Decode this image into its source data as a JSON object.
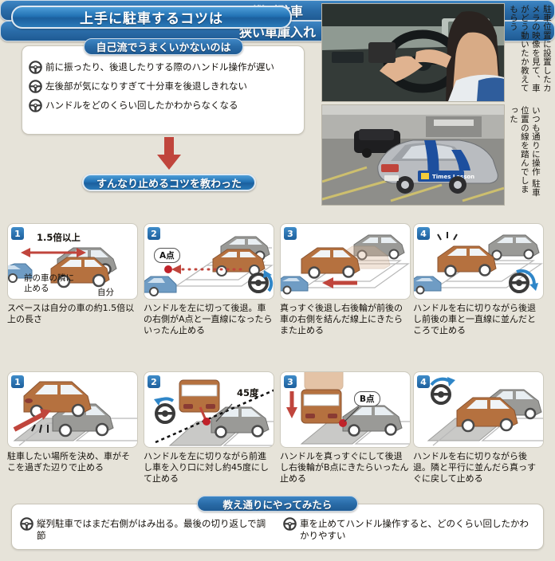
{
  "title": "上手に駐車するコツは",
  "problems": {
    "heading": "自己流でうまくいかないのは",
    "items": [
      "前に振ったり、後退したりする際のハンドル操作が遅い",
      "左後部が気になりすぎて十分車を後退しきれない",
      "ハンドルをどのくらい回したかわからなくなる"
    ]
  },
  "section_intro": "すんなり止めるコツを教わった",
  "groups": [
    {
      "label": "縦列駐車",
      "steps": [
        {
          "num": "1",
          "caption": "スペースは自分の車の約1.5倍以上の長さ",
          "labels": [
            "1.5倍以上",
            "前の車の隣に止める",
            "自分"
          ]
        },
        {
          "num": "2",
          "caption": "ハンドルを左に切って後退。車の右側がA点と一直線になったらいったん止める",
          "labels": [
            "A点"
          ]
        },
        {
          "num": "3",
          "caption": "真っすぐ後退し右後輪が前後の車の右側を結んだ線上にきたらまた止める",
          "labels": []
        },
        {
          "num": "4",
          "caption": "ハンドルを右に切りながら後退し前後の車と一直線に並んだところで止める",
          "labels": []
        }
      ]
    },
    {
      "label": "狭い車庫入れ",
      "steps": [
        {
          "num": "1",
          "caption": "駐車したい場所を決め、車がそこを過ぎた辺りで止める",
          "labels": []
        },
        {
          "num": "2",
          "caption": "ハンドルを左に切りながら前進し車を入り口に対し約45度にして止める",
          "labels": [
            "45度"
          ]
        },
        {
          "num": "3",
          "caption": "ハンドルを真っすぐにして後退し右後輪がB点にきたらいったん止める",
          "labels": [
            "B点"
          ]
        },
        {
          "num": "4",
          "caption": "ハンドルを右に切りながら後退。隣と平行に並んだら真っすぐに戻して止める",
          "labels": []
        }
      ]
    }
  ],
  "result": {
    "heading": "教え通りにやってみたら",
    "items": [
      "縦列駐車ではまだ右側がはみ出る。最後の切り返しで調節",
      "車を止めてハンドル操作すると、どのくらい回したかわかりやすい"
    ]
  },
  "photo_captions": [
    "駐車位置に設置したカメラの映像を見て、車がどう動いたか教えてもらう",
    "いつも通りに操作 駐車位置の線を踏んでしまった"
  ],
  "colors": {
    "background": "#e6e3d9",
    "accent_blue": "#2272b4",
    "arrow_red": "#c0453c",
    "car_orange": "#b5713f",
    "car_gray": "#9a9a97",
    "car_blue": "#5c8bb5"
  }
}
